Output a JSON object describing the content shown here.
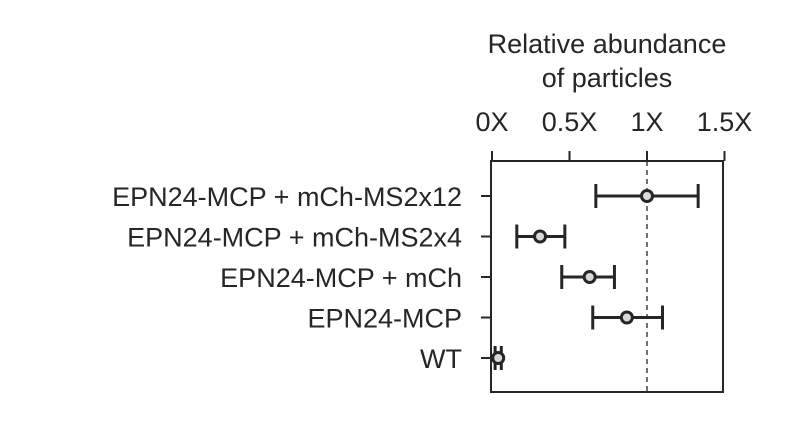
{
  "chart_data": {
    "type": "scatter",
    "orientation": "horizontal",
    "title": "",
    "xlabel_lines": [
      "Relative abundance",
      "of particles"
    ],
    "xlabel_position": "top",
    "x_ticks": [
      {
        "value": 0,
        "label": "0X"
      },
      {
        "value": 0.5,
        "label": "0.5X"
      },
      {
        "value": 1,
        "label": "1X"
      },
      {
        "value": 1.5,
        "label": "1.5X"
      }
    ],
    "xlim": [
      0,
      1.5
    ],
    "reference_line": {
      "x": 1,
      "style": "dashed"
    },
    "grid": false,
    "categories": [
      "EPN24-MCP + mCh-MS2x12",
      "EPN24-MCP + mCh-MS2x4",
      "EPN24-MCP + mCh",
      "EPN24-MCP",
      "WT"
    ],
    "points": [
      {
        "category": "EPN24-MCP + mCh-MS2x12",
        "mean": 1.0,
        "lower": 0.67,
        "upper": 1.33
      },
      {
        "category": "EPN24-MCP + mCh-MS2x4",
        "mean": 0.31,
        "lower": 0.16,
        "upper": 0.47
      },
      {
        "category": "EPN24-MCP + mCh",
        "mean": 0.63,
        "lower": 0.45,
        "upper": 0.79
      },
      {
        "category": "EPN24-MCP",
        "mean": 0.87,
        "lower": 0.65,
        "upper": 1.1
      },
      {
        "category": "WT",
        "mean": 0.04,
        "lower": 0.02,
        "upper": 0.06
      }
    ],
    "colors": {
      "line": "#262626",
      "marker_fill": "#d9d9d9",
      "background": "#ffffff"
    }
  }
}
